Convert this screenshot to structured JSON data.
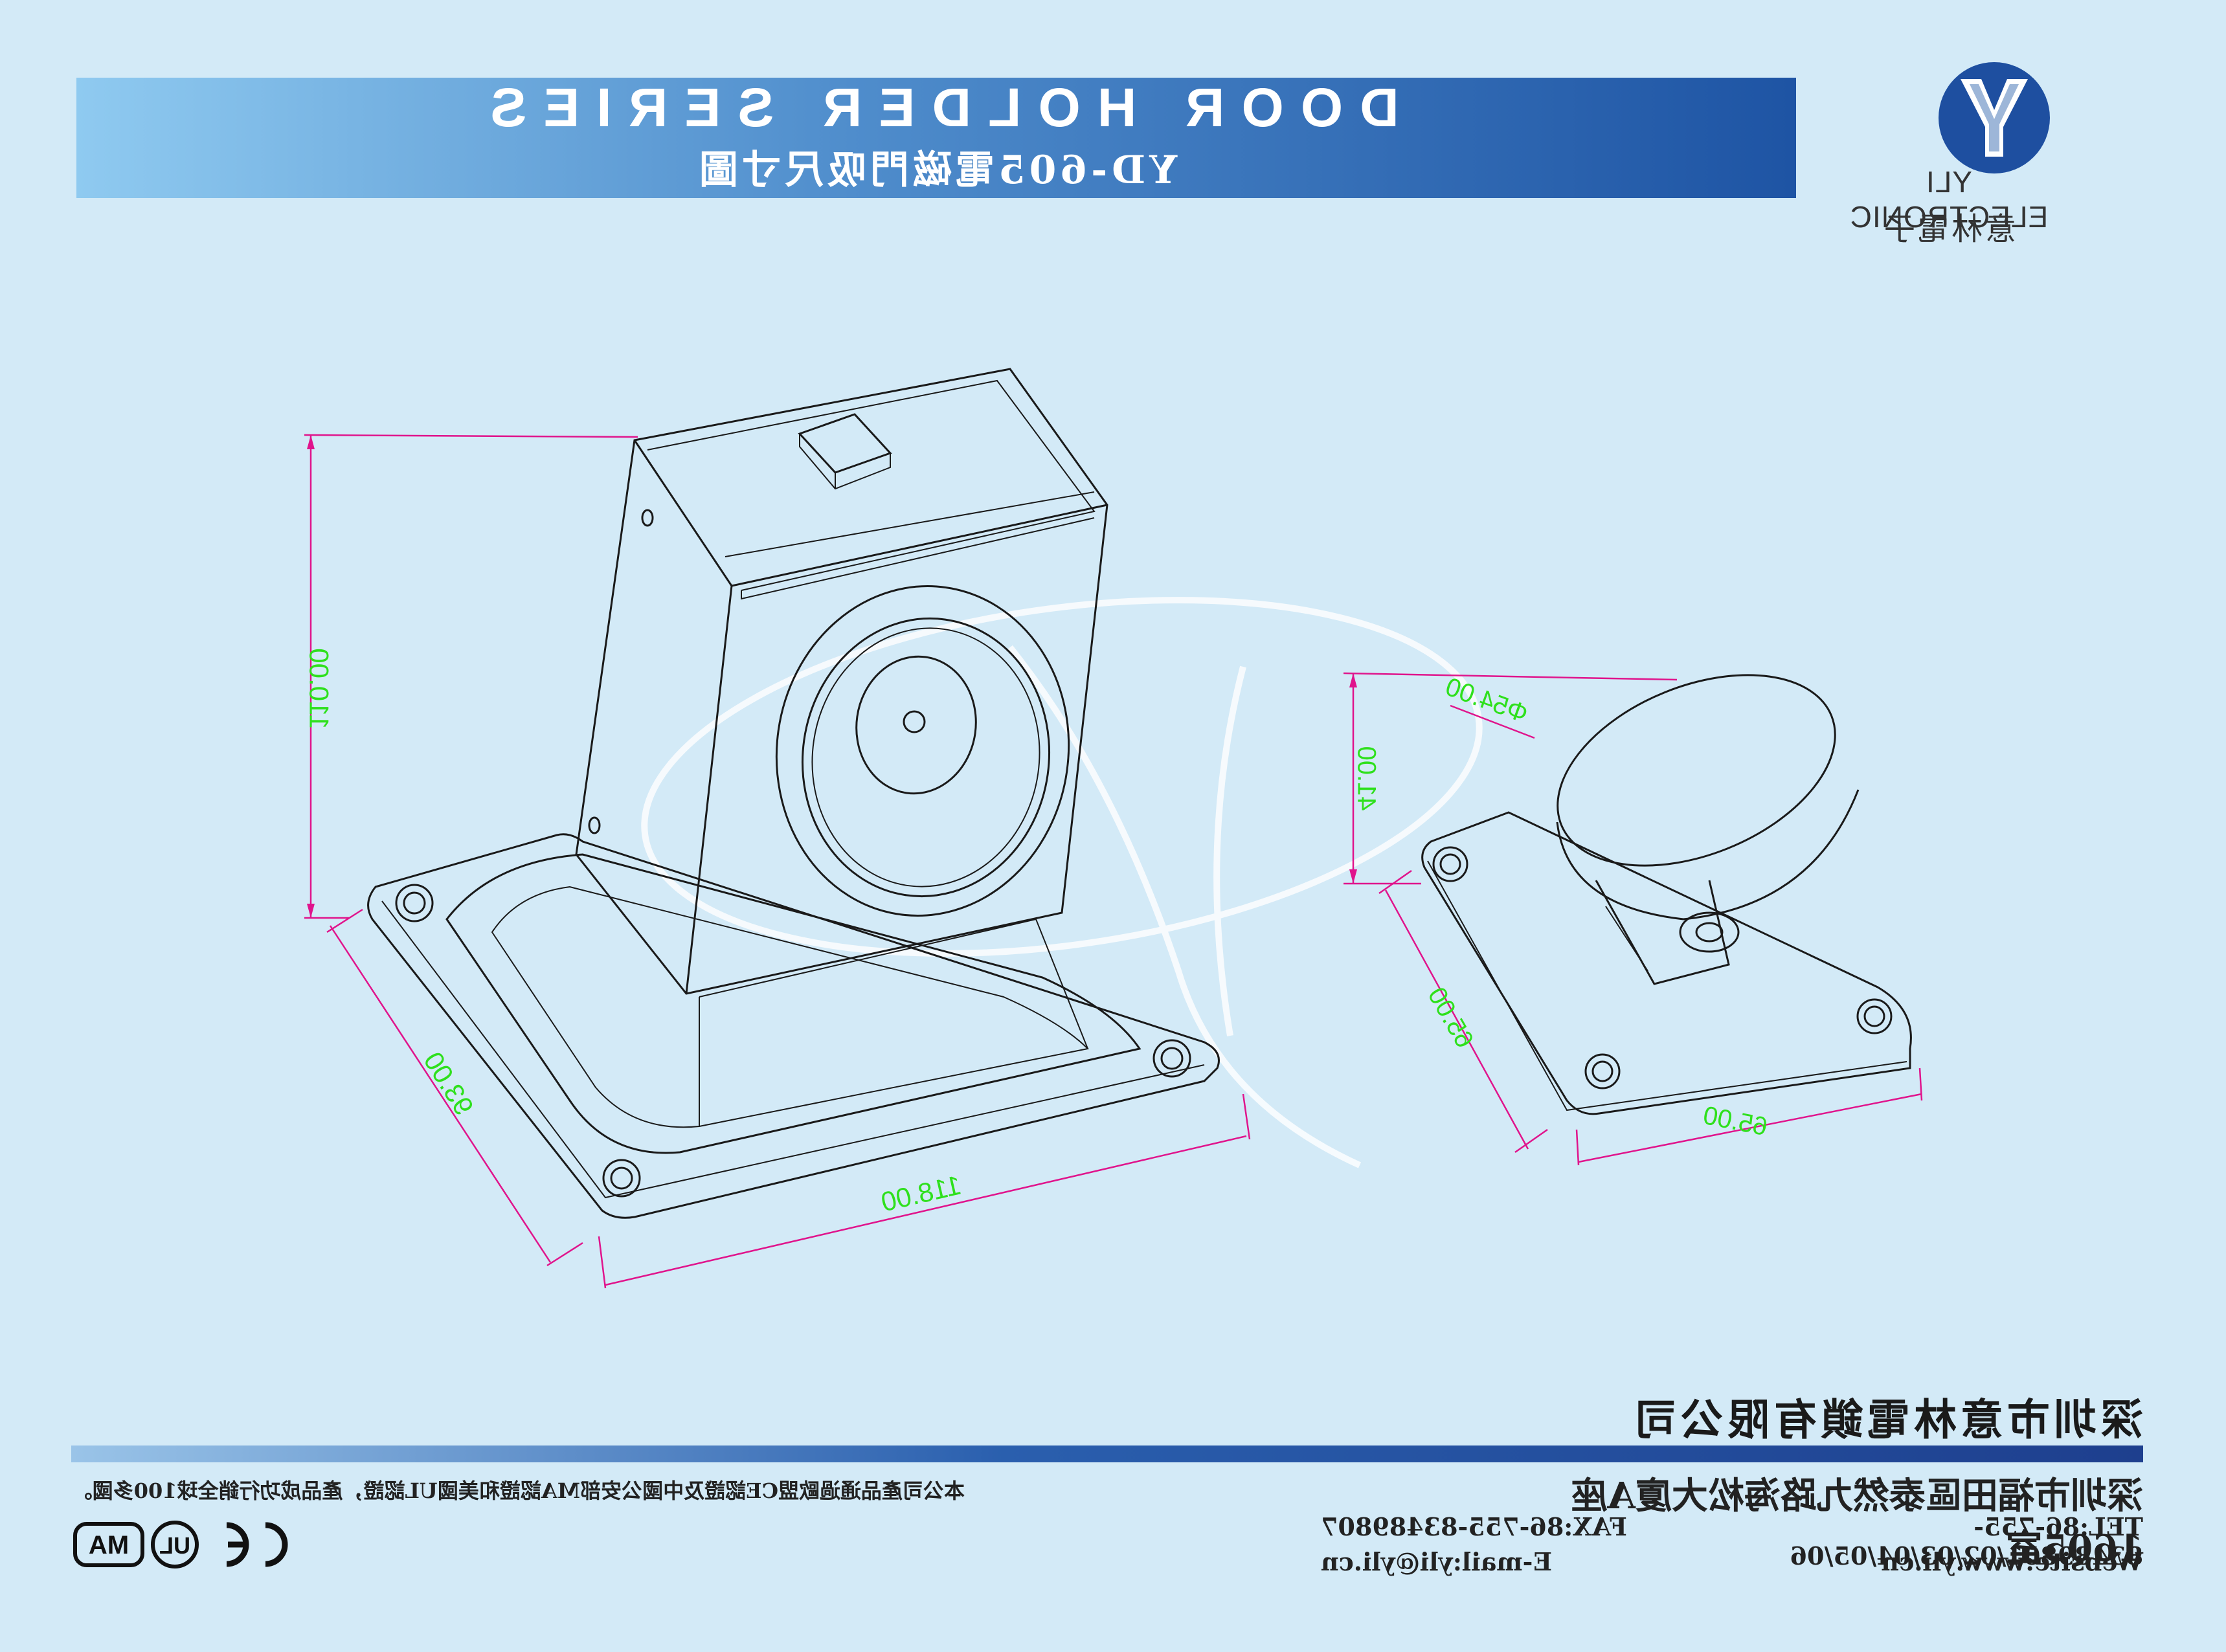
{
  "header": {
    "title_en": "DOOR HOLDER SERIES",
    "title_cn": "YD-605電磁門吸尺寸圖"
  },
  "brand": {
    "logo_letter": "Y",
    "name_en": "YLI ELECTRONIC",
    "name_cn": "意林電子",
    "logo_color": "#1e4fa0"
  },
  "dimensions": {
    "height_holder": "110.00",
    "depth_holder": "93.00",
    "width_holder": "118.00",
    "diameter_plate": "Φ54.00",
    "height_plate": "41.00",
    "side_plate": "65.00",
    "side_plate_2": "65.00"
  },
  "footer": {
    "company": "深圳市意林電鎖有限公司",
    "cert_note": "本公司產品通過歐盟CE認證及中國公安部MA認證和美國UL認證，產品成功行銷全球100多國。",
    "address": "深圳市福田區泰然九路海松大廈A座1605室",
    "tel": "TEL:86-755-83489801/02/03/04/05/06",
    "fax": "FAX:86-755-83489807",
    "website": "Website:www.yli.cn",
    "email": "E-mail:yli@yli.cn",
    "cert_ma": "MA",
    "cert_ul": "UL",
    "cert_ce": "CE"
  },
  "colors": {
    "dimension_line": "#e0148c",
    "dimension_text": "#2ee01c",
    "drawing_line": "#1a1a1a"
  }
}
